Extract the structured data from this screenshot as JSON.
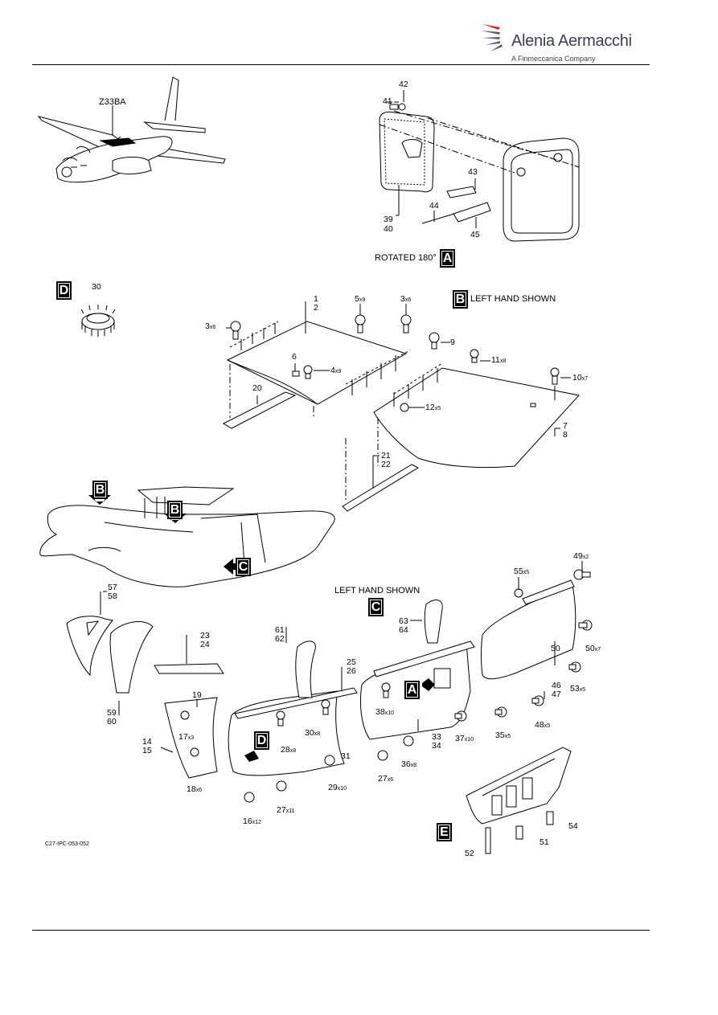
{
  "brand": {
    "name": "Alenia Aermacchi",
    "tagline": "A Finmeccanica Company",
    "colors": {
      "logo_red": "#d8262e",
      "logo_gray": "#5b5f6a"
    }
  },
  "views": {
    "A": {
      "tag": "A",
      "caption": "ROTATED 180°"
    },
    "B": {
      "tag": "B",
      "caption": "LEFT HAND SHOWN"
    },
    "C": {
      "tag": "C",
      "caption": "LEFT HAND SHOWN"
    },
    "D": {
      "tag": "D"
    },
    "E": {
      "tag": "E"
    }
  },
  "zone_label": "Z33BA",
  "figure_code": "C27-IPC-053-052",
  "callouts": {
    "c41": "41",
    "c42": "42",
    "c43": "43",
    "c44": "44",
    "c45": "45",
    "c39_40": [
      "39",
      "40"
    ],
    "c30": "30",
    "c1_2": [
      "1",
      "2"
    ],
    "c3a": {
      "num": "3",
      "qty": "x6"
    },
    "c3b": {
      "num": "3",
      "qty": "x6"
    },
    "c5": {
      "num": "5",
      "qty": "x9"
    },
    "c4": {
      "num": "4",
      "qty": "x9"
    },
    "c6": "6",
    "c9": "9",
    "c11": {
      "num": "11",
      "qty": "x8"
    },
    "c10": {
      "num": "10",
      "qty": "x7"
    },
    "c12": {
      "num": "12",
      "qty": "x5"
    },
    "c7_8": [
      "7",
      "8"
    ],
    "c20": "20",
    "c21_22": [
      "21",
      "22"
    ],
    "c49": {
      "num": "49",
      "qty": "x2"
    },
    "c55": {
      "num": "55",
      "qty": "x5"
    },
    "c57_58": [
      "57",
      "58"
    ],
    "c63_64": [
      "63",
      "64"
    ],
    "c23_24": [
      "23",
      "24"
    ],
    "c61_62": [
      "61",
      "62"
    ],
    "c25_26": [
      "25",
      "26"
    ],
    "c50a": "50",
    "c50b": {
      "num": "50",
      "qty": "x7"
    },
    "c19": "19",
    "c17": {
      "num": "17",
      "qty": "x3"
    },
    "c14_15": [
      "14",
      "15"
    ],
    "c59_60": [
      "59",
      "60"
    ],
    "c18": {
      "num": "18",
      "qty": "x6"
    },
    "c16": {
      "num": "16",
      "qty": "x12"
    },
    "c28": {
      "num": "28",
      "qty": "x8"
    },
    "c30b": {
      "num": "30",
      "qty": "x8"
    },
    "c31": "31",
    "c29": {
      "num": "29",
      "qty": "x10"
    },
    "c27a": {
      "num": "27",
      "qty": "x11"
    },
    "c27b": {
      "num": "27",
      "qty": "x6"
    },
    "c38": {
      "num": "38",
      "qty": "x10"
    },
    "c36": {
      "num": "36",
      "qty": "x8"
    },
    "c33_34": [
      "33",
      "34"
    ],
    "c37": {
      "num": "37",
      "qty": "x10"
    },
    "c35": {
      "num": "35",
      "qty": "x5"
    },
    "c46_47": [
      "46",
      "47"
    ],
    "c53": {
      "num": "53",
      "qty": "x5"
    },
    "c48": {
      "num": "48",
      "qty": "x5"
    },
    "c54": "54",
    "c51": "51",
    "c52": "52"
  }
}
